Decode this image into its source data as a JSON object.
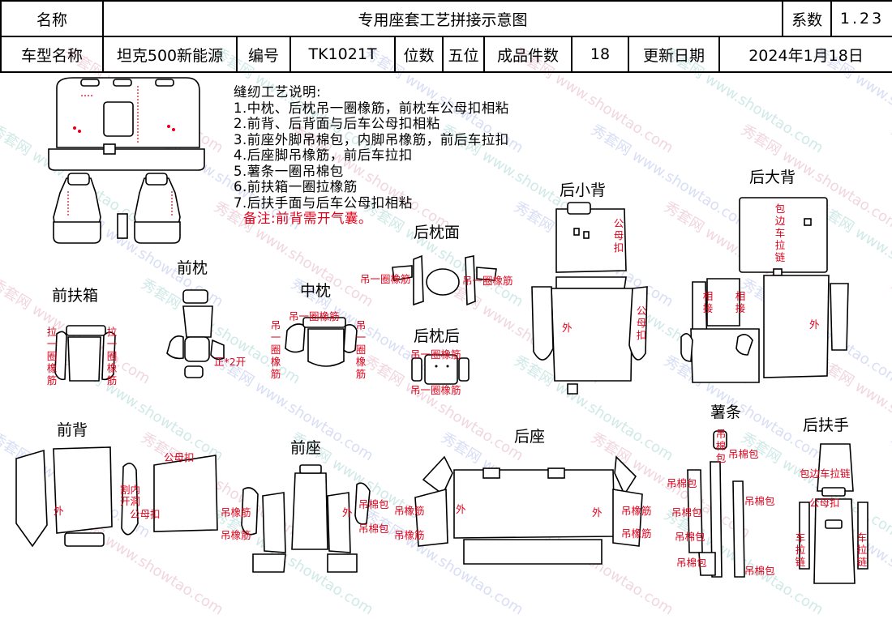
{
  "header": {
    "name_label": "名称",
    "title": "专用座套工艺拼接示意图",
    "coef_label": "系数",
    "coef_value": "1.23",
    "model_label": "车型名称",
    "model_value": "坦克500新能源",
    "code_label": "编号",
    "code_value": "TK1021T",
    "seats_label": "位数",
    "seats_value": "五位",
    "pieces_label": "成品件数",
    "pieces_value": "18",
    "date_label": "更新日期",
    "date_value": "2024年1月18日"
  },
  "notes": {
    "title": "缝纫工艺说明:",
    "items": [
      "1.中枕、后枕吊一圈橡筋，前枕车公母扣相粘",
      "2.前背、后背面与后车公母扣相粘",
      "3.前座外脚吊棉包，内脚吊橡筋，前后车拉扣",
      "4.后座脚吊橡筋，前后车拉扣",
      "5.薯条一圈吊棉包",
      "6.前扶箱一圈拉橡筋",
      "7.后扶手面与后车公母扣相粘"
    ],
    "remark": "备注:前背需开气囊。"
  },
  "parts": {
    "front_pillow": "前枕",
    "mid_pillow": "中枕",
    "rear_pillow_face": "后枕面",
    "rear_pillow_back": "后枕后",
    "rear_small_back": "后小背",
    "rear_big_back": "后大背",
    "front_armbox": "前扶箱",
    "front_back": "前背",
    "front_seat": "前座",
    "rear_seat": "后座",
    "fries": "薯条",
    "rear_armrest": "后扶手"
  },
  "labels": {
    "hang_elastic_loop": "吊一圈橡筋",
    "pull_elastic_loop": "拉一圈橡筋",
    "snap": "公母扣",
    "outer": "外",
    "hang_elastic": "吊橡筋",
    "hang_cotton": "吊棉包",
    "joint": "相接",
    "edge_zipper": "包边车拉链",
    "zipper": "车拉链",
    "airbag_cut": "割内开洞",
    "two_open": "正*2开"
  },
  "watermark": "秀套网 www.showtao.com"
}
